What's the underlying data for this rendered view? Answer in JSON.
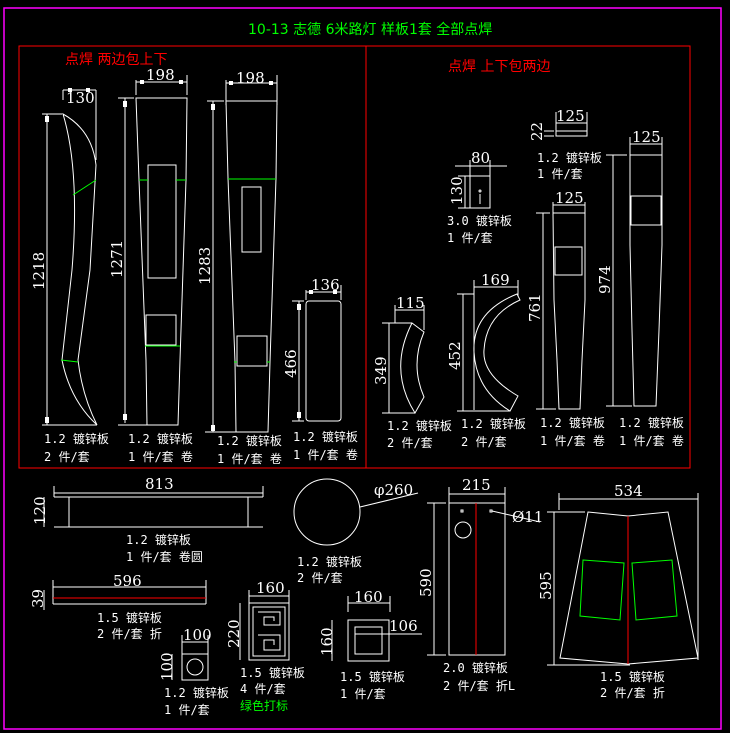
{
  "title": "10-13 志德 6米路灯 样板1套 全部点焊",
  "colors": {
    "background": "#000000",
    "outline": "#ffffff",
    "frame": "#ff0000",
    "border": "#ff00ff",
    "weld_mark": "#00ff00",
    "title": "#00ff00"
  },
  "left_panel": {
    "note": "点焊 两边包上下",
    "parts": [
      {
        "width_dim": "130",
        "height_dim": "1218",
        "material": "1.2 镀锌板",
        "qty": "2 件/套"
      },
      {
        "width_dim": "198",
        "height_dim": "1271",
        "material": "1.2 镀锌板",
        "qty": "1 件/套 卷"
      },
      {
        "width_dim": "198",
        "height_dim": "1283",
        "material": "1.2 镀锌板",
        "qty": "1 件/套 卷"
      },
      {
        "width_dim": "136",
        "height_dim": "466",
        "material": "1.2 镀锌板",
        "qty": "1 件/套 卷"
      }
    ]
  },
  "right_panel": {
    "note": "点焊 上下包两边",
    "parts": [
      {
        "width_dim": "80",
        "height_dim": "130",
        "material": "3.0 镀锌板",
        "qty": "1 件/套"
      },
      {
        "width_dim": "125",
        "height_dim": "22",
        "material": "1.2 镀锌板",
        "qty": "1 件/套"
      },
      {
        "width_dim": "115",
        "height_dim": "349",
        "material": "1.2 镀锌板",
        "qty": "2 件/套"
      },
      {
        "width_dim": "169",
        "height_dim": "452",
        "material": "1.2 镀锌板",
        "qty": "2 件/套"
      },
      {
        "width_dim": "125",
        "height_dim": "761",
        "material": "1.2 镀锌板",
        "qty": "1 件/套 卷"
      },
      {
        "width_dim": "125",
        "height_dim": "974",
        "material": "1.2 镀锌板",
        "qty": "1 件/套 卷"
      }
    ]
  },
  "bottom_parts": [
    {
      "width_dim": "813",
      "height_dim": "120",
      "material": "1.2 镀锌板",
      "qty": "1 件/套 卷圆"
    },
    {
      "diameter_dim": "φ260",
      "material": "1.2 镀锌板",
      "qty": "2 件/套"
    },
    {
      "width_dim": "215",
      "height_dim": "590",
      "hole_dim": "Ø11",
      "material": "2.0 镀锌板",
      "qty": "2 件/套 折L"
    },
    {
      "width_dim": "534",
      "height_dim": "595",
      "material": "1.5 镀锌板",
      "qty": "2 件/套 折"
    },
    {
      "width_dim": "596",
      "height_dim": "39",
      "material": "1.5 镀锌板",
      "qty": "2 件/套 折"
    },
    {
      "width_dim": "100",
      "height_dim": "100",
      "material": "1.2 镀锌板",
      "qty": "1 件/套"
    },
    {
      "width_dim": "160",
      "height_dim": "220",
      "material": "1.5 镀锌板",
      "qty": "4 件/套",
      "note": "绿色打标"
    },
    {
      "width_dim": "160",
      "height_dim": "160",
      "inner_dim": "106",
      "material": "1.5 镀锌板",
      "qty": "1 件/套"
    }
  ]
}
